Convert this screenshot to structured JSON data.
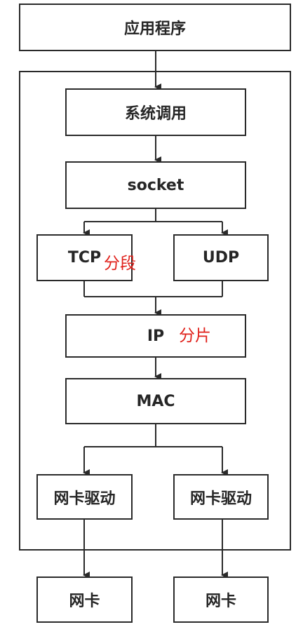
{
  "boxes": {
    "app": "应用程序",
    "syscall": "系统调用",
    "socket": "socket",
    "tcp": "TCP",
    "udp": "UDP",
    "ip": "IP",
    "mac": "MAC",
    "driver_left": "网卡驱动",
    "driver_right": "网卡驱动",
    "nic_left": "网卡",
    "nic_right": "网卡"
  },
  "annotations": {
    "tcp_note": "分段",
    "ip_note": "分片"
  },
  "colors": {
    "line": "#2a2a2a",
    "annotation": "#e0201a"
  }
}
